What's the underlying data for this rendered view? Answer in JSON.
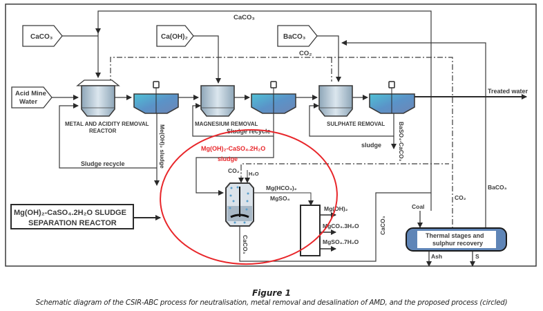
{
  "figure": {
    "title": "Figure 1",
    "caption": "Schematic diagram of the CSIR-ABC process for neutralisation, metal removal and desalination of AMD, and the proposed process (circled)"
  },
  "inputs": {
    "caco3": "CaCO₃",
    "caoh2": "Ca(OH)₂",
    "baco3": "BaCO₃",
    "acid_mine_water_line1": "Acid Mine",
    "acid_mine_water_line2": "Water"
  },
  "stages": {
    "metal_removal_line1": "METAL AND ACIDITY REMOVAL",
    "metal_removal_line2": "REACTOR",
    "magnesium_removal": "MAGNESIUM REMOVAL",
    "sulphate_removal": "SULPHATE REMOVAL"
  },
  "streams": {
    "caco3_top": "CaCO₃",
    "co2_top": "CO₂",
    "treated_water": "Treated water",
    "sludge_recycle_1": "Sludge recycle",
    "sludge_recycle_2": "Sludge recycle",
    "meoh2_sludge": "Me(OH)₂ sludge",
    "baso4_caco3": "BaSO₄-CaCO₃",
    "sludge": "sludge",
    "caco3_vertical": "CaCO₃",
    "co2_right": "CO₂",
    "baco3_right": "BaCO₃",
    "coal": "Coal",
    "ash": "Ash",
    "s": "S"
  },
  "proposed": {
    "sludge_label_line1": "Mg(OH)₂-CaSO₄.2H₂O",
    "sludge_label_line2": "sludge",
    "co2": "CO₂",
    "h2o": "H₂O",
    "mg_hco3": "Mg(HCO₃)₂",
    "mgso4": "MgSO₄",
    "out_mgoh2": "Mg(OH)₂",
    "out_mgco3": "MgCO₃.3H₂O",
    "out_mgso4": "MgSO₄.7H₂O",
    "caco3_out": "CaCO₃",
    "reactor_label_line1": "Mg(OH)₂-CaSO₄.2H₂O  SLUDGE",
    "reactor_label_line2": "SEPARATION REACTOR"
  },
  "thermal": {
    "line1": "Thermal stages and",
    "line2": "sulphur recovery"
  },
  "colors": {
    "line": "#3a3a3a",
    "highlight": "#e8262a",
    "thermal_fill": "#5f85b7",
    "tank_water": "#4a9fd0"
  }
}
